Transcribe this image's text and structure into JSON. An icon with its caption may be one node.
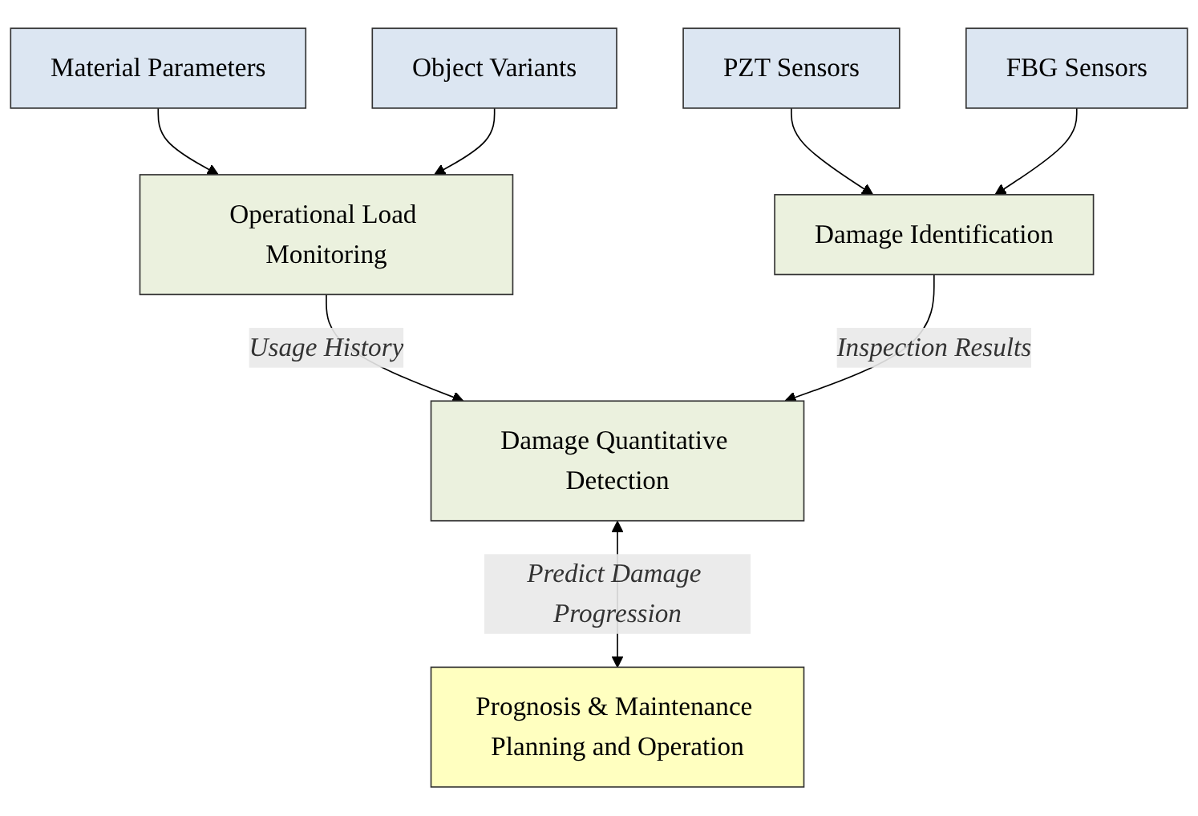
{
  "diagram": {
    "nodes": [
      {
        "text": [
          "Material Parameters"
        ]
      },
      {
        "text": [
          "Object Variants"
        ]
      },
      {
        "text": [
          "PZT Sensors"
        ]
      },
      {
        "text": [
          "FBG Sensors"
        ]
      },
      {
        "text": [
          "Operational Load Monitoring"
        ]
      },
      {
        "text": [
          "Damage Identification"
        ]
      },
      {
        "text": [
          "Damage Quantitative Detection"
        ]
      },
      {
        "text": [
          "Prognosis & Maintenance Planning and Operation"
        ]
      }
    ],
    "edges": [
      {
        "from": 0,
        "to": 4,
        "arrow": "to"
      },
      {
        "from": 1,
        "to": 4,
        "arrow": "to"
      },
      {
        "from": 2,
        "to": 5,
        "arrow": "to"
      },
      {
        "from": 3,
        "to": 5,
        "arrow": "to"
      },
      {
        "from": 4,
        "to": 6,
        "arrow": "to",
        "label": "Usage History"
      },
      {
        "from": 5,
        "to": 6,
        "arrow": "to",
        "label": "Inspection Results"
      },
      {
        "from": 6,
        "to": 7,
        "arrow": "both",
        "label": "Predict Damage Progression"
      }
    ]
  }
}
